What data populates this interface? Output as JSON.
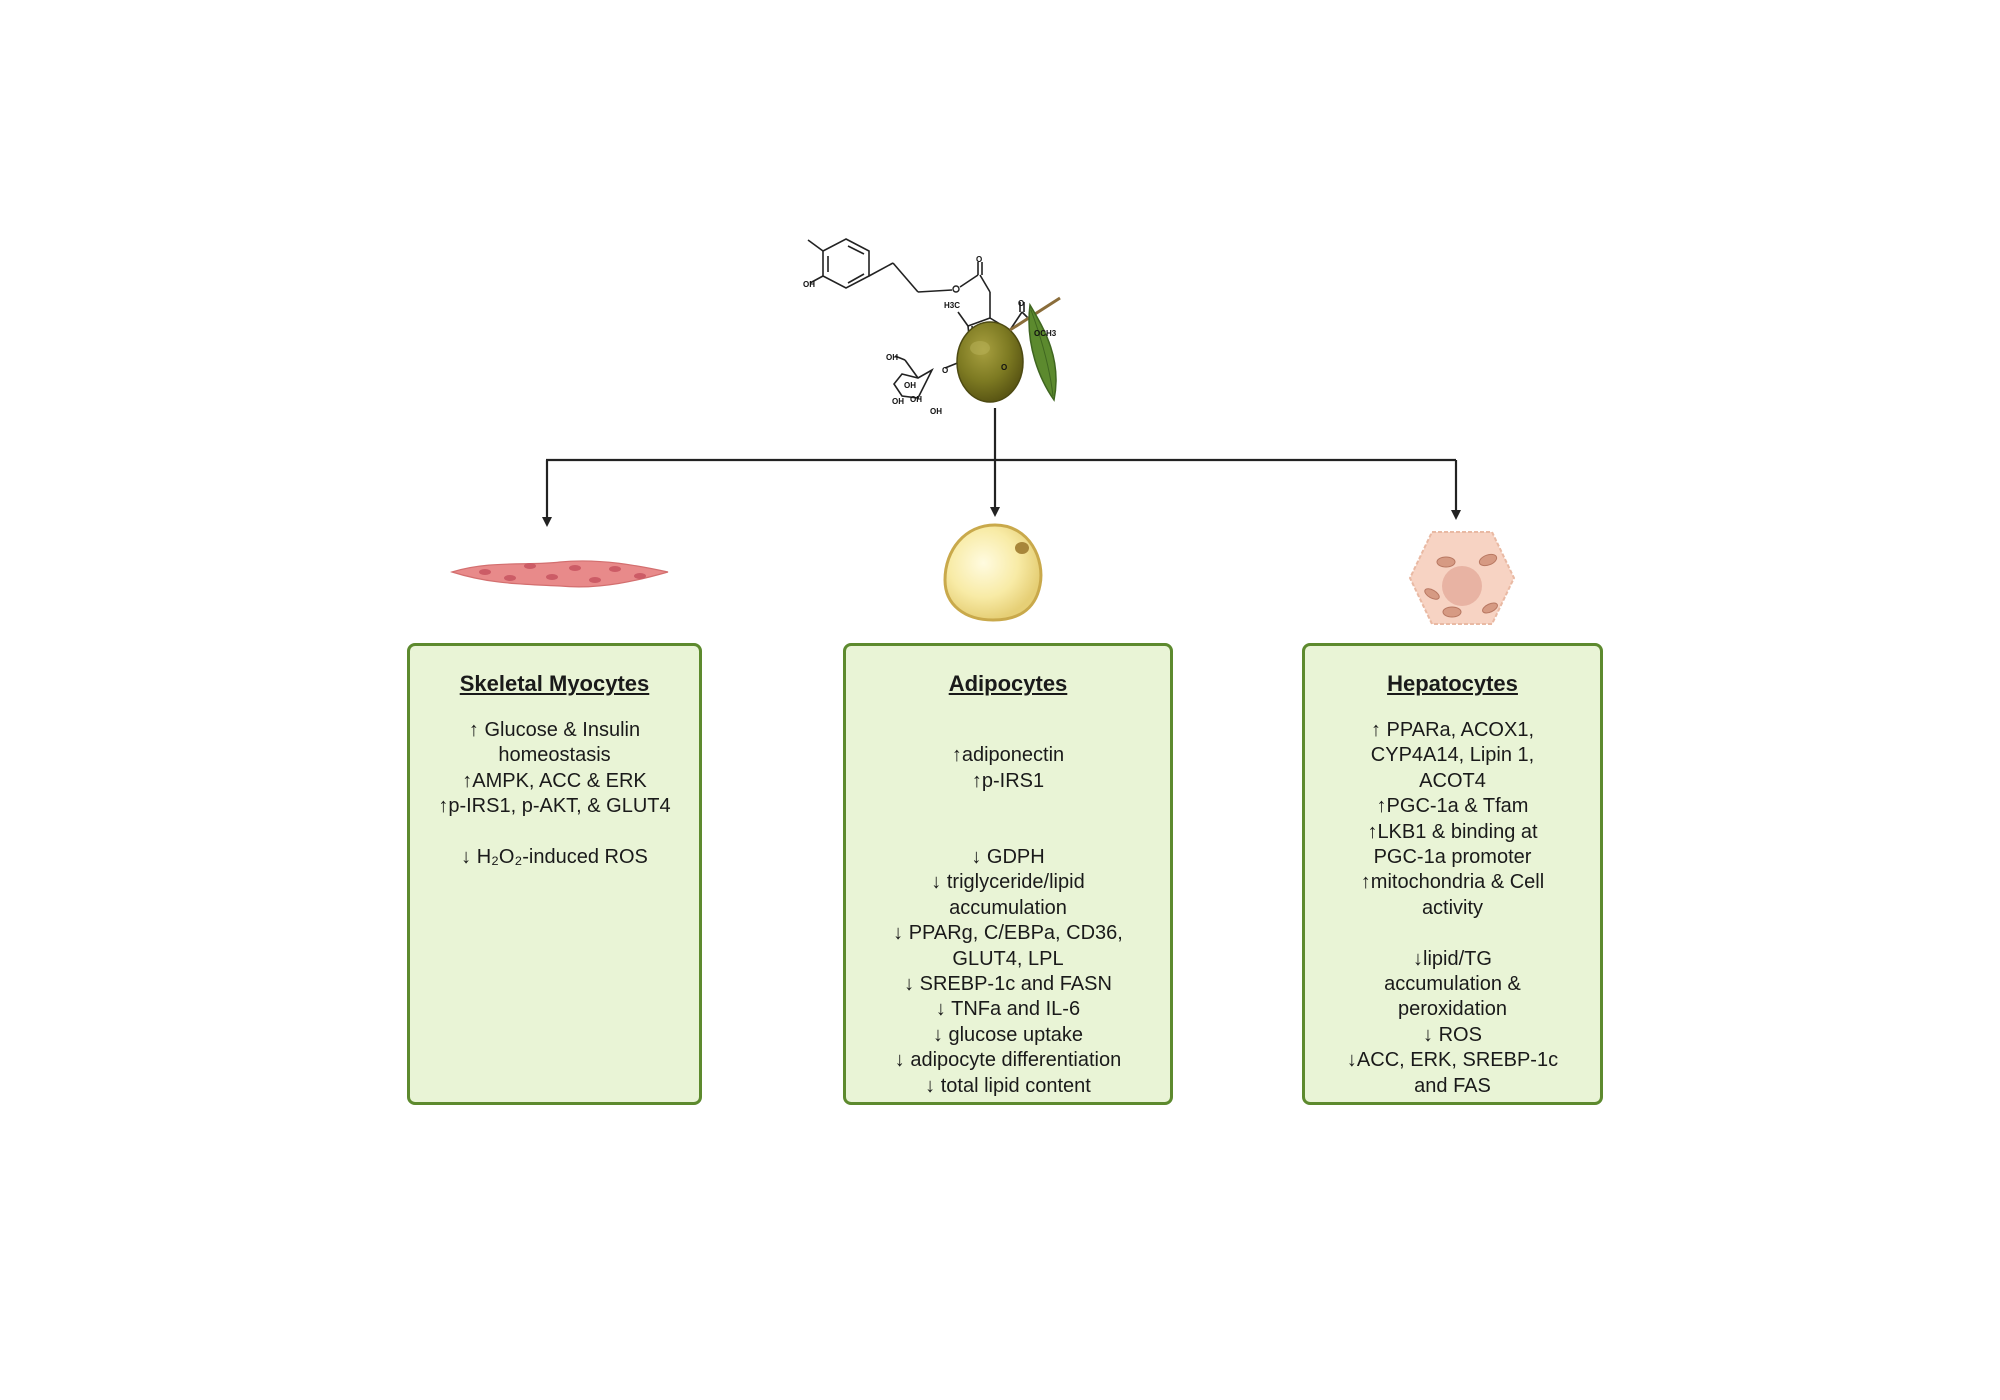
{
  "molecule": {
    "labels": {
      "hydroxyl": "OH",
      "methyl": "H3C",
      "carbonyl": "O",
      "methoxy": "OCH3",
      "ring_oxygen": "O",
      "sugar_oh": "OH"
    }
  },
  "panels": {
    "myocytes": {
      "title": "Skeletal Myocytes",
      "lines": [
        "↑ Glucose & Insulin",
        "homeostasis",
        "↑AMPK, ACC & ERK",
        "↑p-IRS1, p-AKT, & GLUT4",
        "",
        "↓ H₂O₂-induced ROS"
      ]
    },
    "adipocytes": {
      "title": "Adipocytes",
      "lines": [
        "",
        "↑adiponectin",
        "↑p-IRS1",
        "",
        "",
        "↓ GDPH",
        "↓ triglyceride/lipid",
        "accumulation",
        "↓ PPARg, C/EBPa, CD36,",
        "GLUT4, LPL",
        "↓ SREBP-1c and FASN",
        "↓ TNFa and IL-6",
        "↓ glucose uptake",
        "↓ adipocyte differentiation",
        "↓ total lipid content"
      ]
    },
    "hepatocytes": {
      "title": "Hepatocytes",
      "lines": [
        "↑ PPARa, ACOX1,",
        "CYP4A14, Lipin 1,",
        "ACOT4",
        "↑PGC-1a & Tfam",
        "↑LKB1 & binding at",
        "PGC-1a promoter",
        "↑mitochondria & Cell",
        "activity",
        "",
        "↓lipid/TG",
        "accumulation &",
        "peroxidation",
        "↓ ROS",
        "↓ACC, ERK, SREBP-1c",
        "and FAS"
      ]
    }
  },
  "colors": {
    "panel_fill": "#e9f4d6",
    "panel_border": "#5d8a2e",
    "olive": "#7a7a1e",
    "leaf": "#5c8a2e",
    "myocyte": "#e88a8a",
    "adipocyte": "#f6e7a0",
    "hepatocyte": "#f7d3c3"
  }
}
